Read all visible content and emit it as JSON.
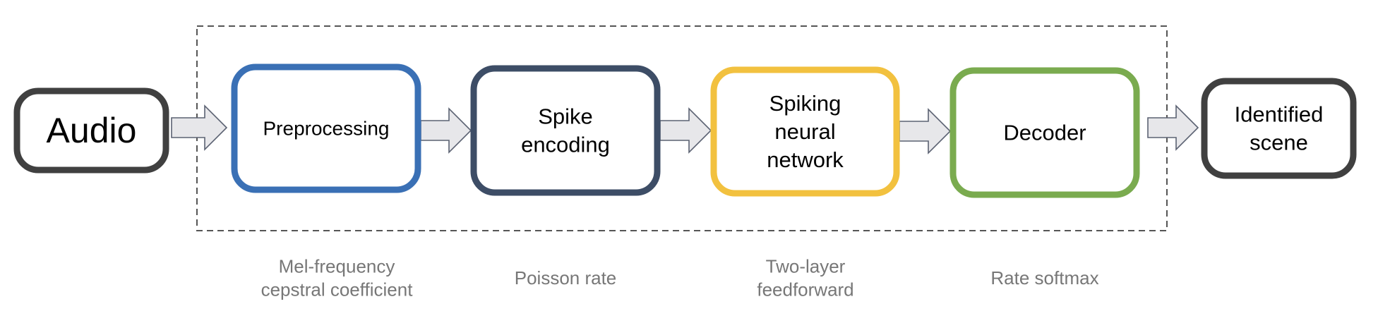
{
  "diagram": {
    "input": {
      "label": [
        "Audio"
      ],
      "color": "#404040"
    },
    "stages": [
      {
        "label": [
          "Preprocessing"
        ],
        "caption": [
          "Mel-frequency",
          "cepstral coefficient"
        ],
        "color": "#3a70b5"
      },
      {
        "label": [
          "Spike",
          "encoding"
        ],
        "caption": [
          "Poisson rate"
        ],
        "color": "#3d4d66"
      },
      {
        "label": [
          "Spiking",
          "neural",
          "network"
        ],
        "caption": [
          "Two-layer",
          "feedforward"
        ],
        "color": "#f2c13f"
      },
      {
        "label": [
          "Decoder"
        ],
        "caption": [
          "Rate softmax"
        ],
        "color": "#7aab4f"
      }
    ],
    "output": {
      "label": [
        "Identified",
        "scene"
      ],
      "color": "#404040"
    },
    "arrow_icon": "right-block-arrow-icon",
    "group": "dashed-group-box"
  }
}
